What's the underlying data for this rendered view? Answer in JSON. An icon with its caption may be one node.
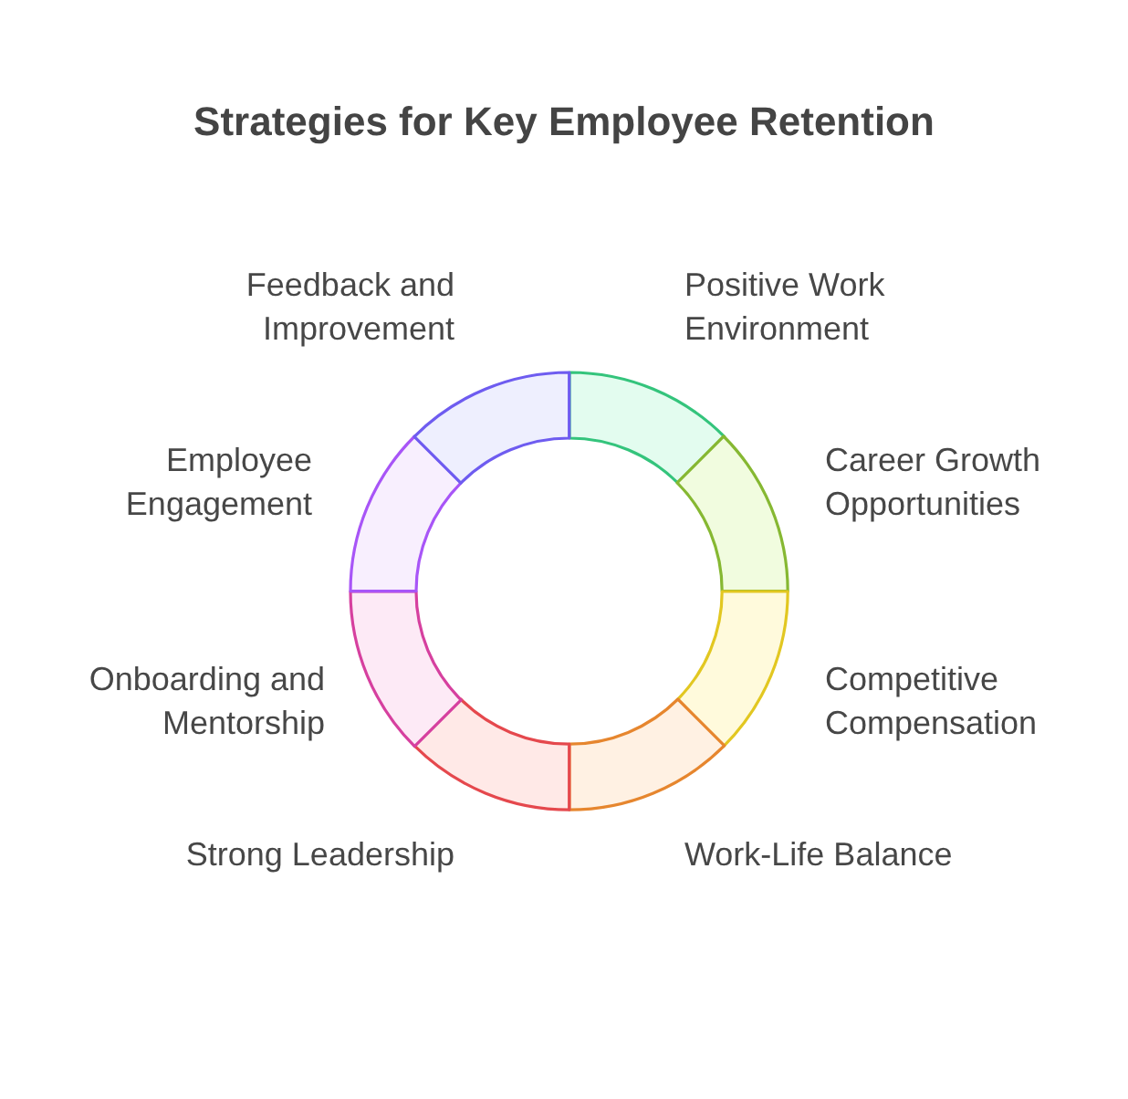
{
  "diagram": {
    "title": "Strategies for Key Employee Retention",
    "nodes": [
      {
        "text": [
          "Positive Work Environment"
        ]
      },
      {
        "text": [
          "Career Growth Opportunities"
        ]
      },
      {
        "text": [
          "Competitive Compensation"
        ]
      },
      {
        "text": [
          "Work-Life Balance"
        ]
      },
      {
        "text": [
          "Strong Leadership"
        ]
      },
      {
        "text": [
          "Onboarding and Mentorship"
        ]
      },
      {
        "text": [
          "Employee Engagement"
        ]
      },
      {
        "text": [
          "Feedback and Improvement"
        ]
      }
    ]
  }
}
